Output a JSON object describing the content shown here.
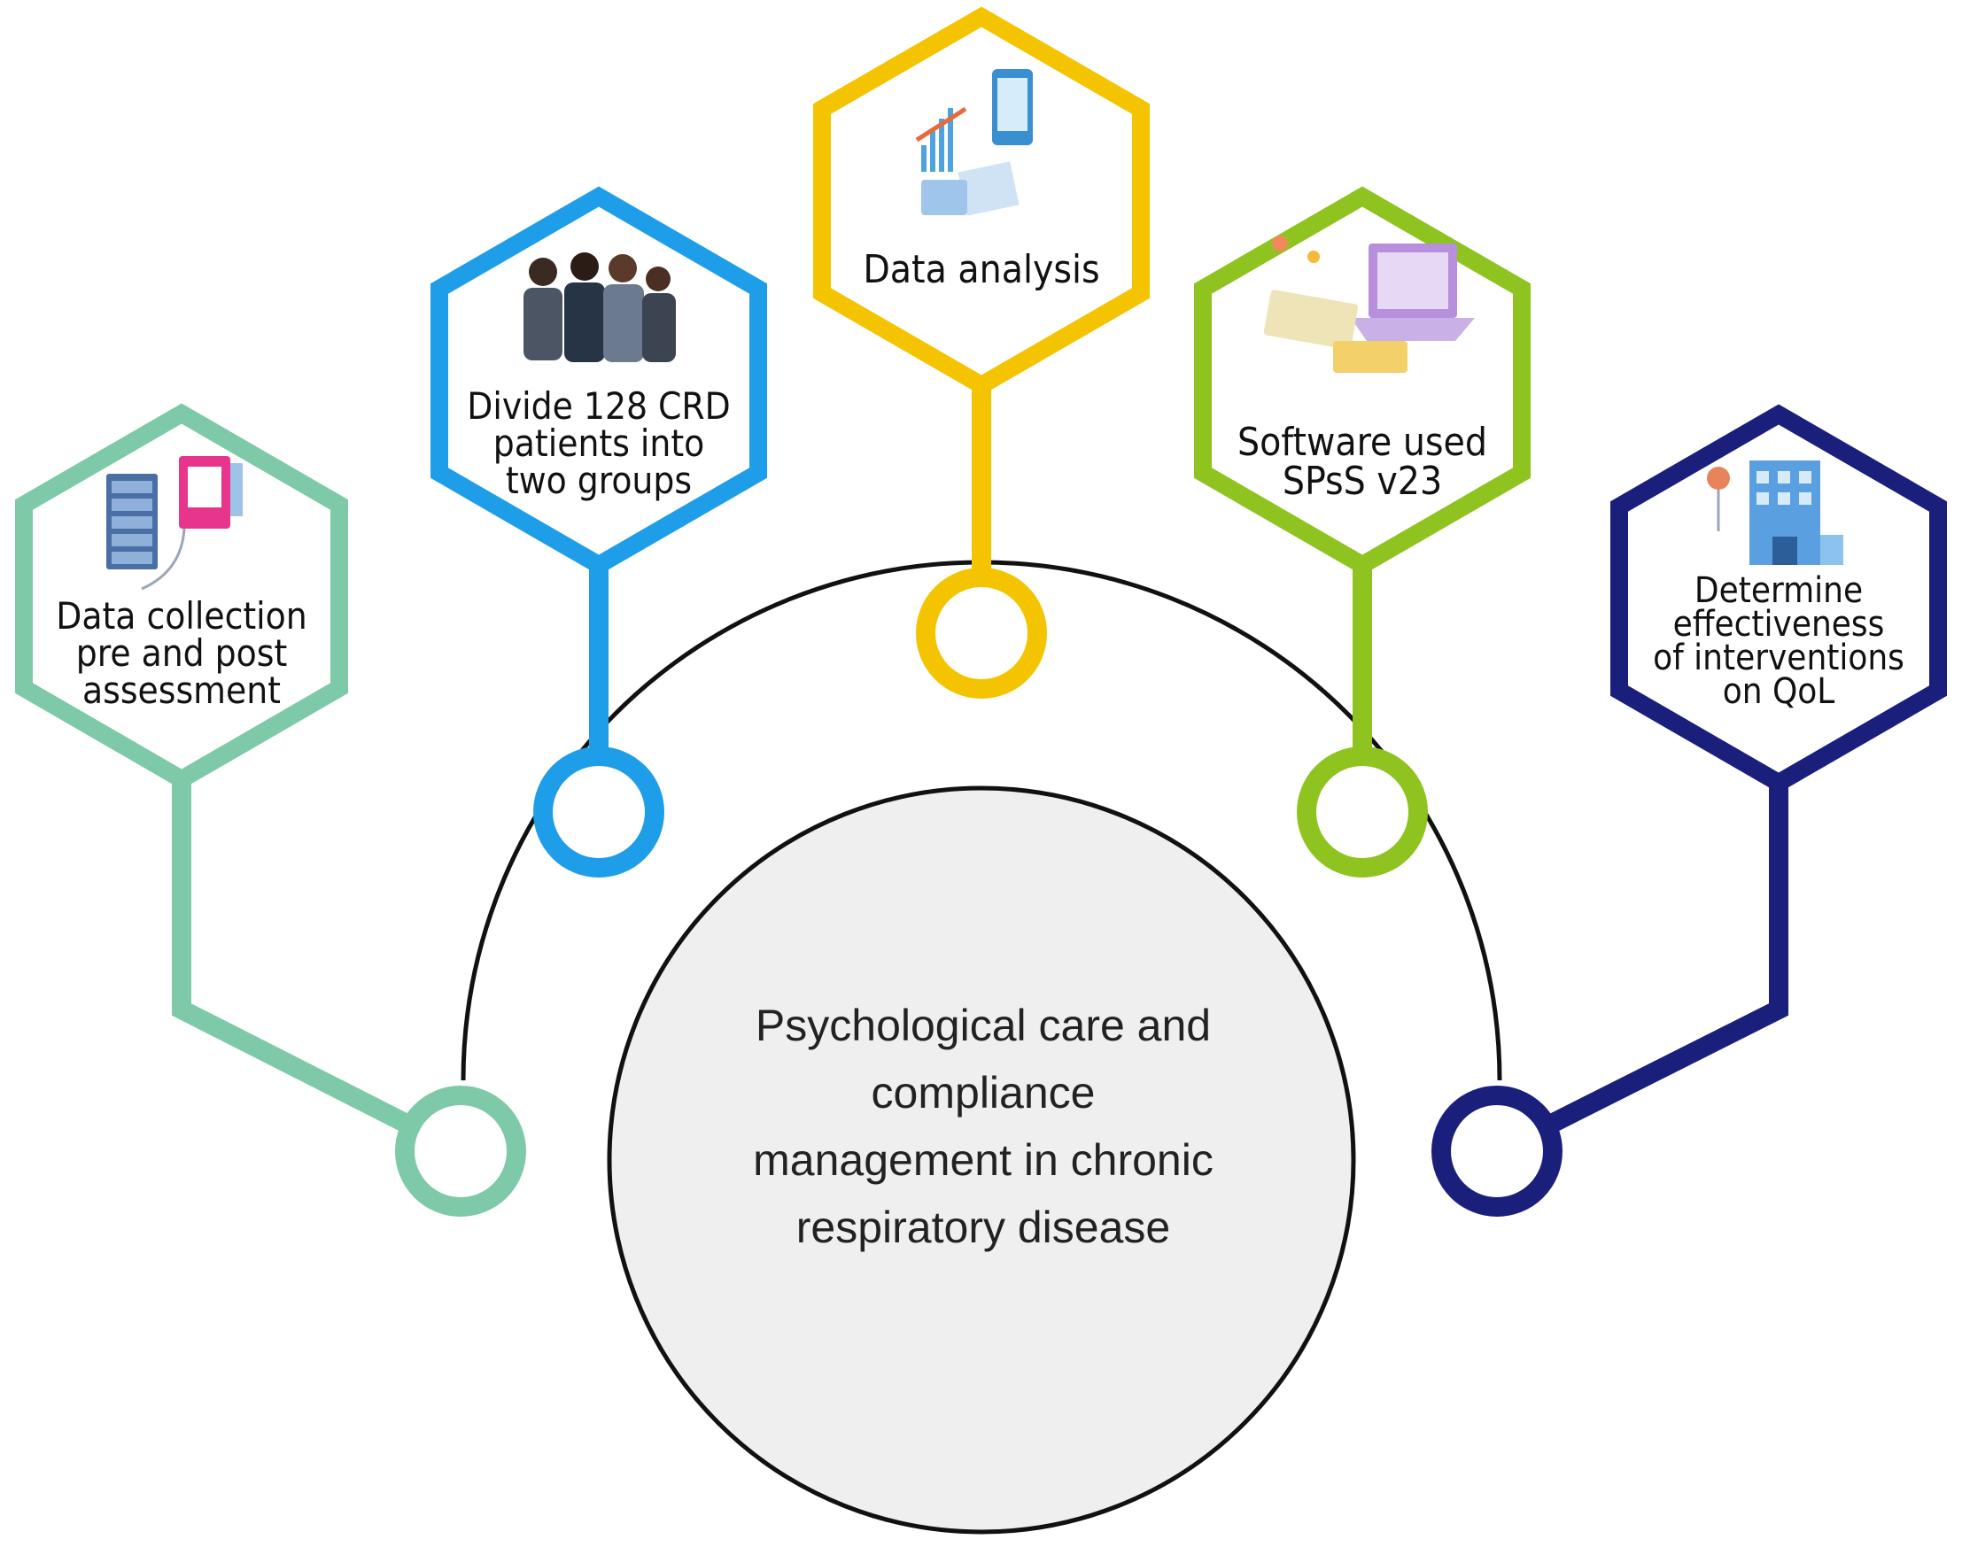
{
  "center": {
    "lines": [
      "Psychological care and",
      "compliance",
      "management in chronic",
      "respiratory disease"
    ],
    "fill": "#efefef"
  },
  "steps": [
    {
      "lines": [
        "Data collection",
        "pre and post",
        "assessment"
      ],
      "color": "#7ec9a8",
      "icon": "server-and-tablet-icon"
    },
    {
      "lines": [
        "Divide 128 CRD",
        "patients into",
        "two groups"
      ],
      "color": "#1e9ee8",
      "icon": "group-of-people-icon"
    },
    {
      "lines": [
        "Data analysis"
      ],
      "color": "#f5c400",
      "icon": "analytics-dashboard-icon"
    },
    {
      "lines": [
        "Software used",
        "SPsS v23"
      ],
      "color": "#8fc31f",
      "icon": "laptop-software-icon"
    },
    {
      "lines": [
        "Determine",
        "effectiveness",
        "of interventions",
        "on QoL"
      ],
      "color": "#1b1f7c",
      "icon": "hospital-building-icon"
    }
  ]
}
